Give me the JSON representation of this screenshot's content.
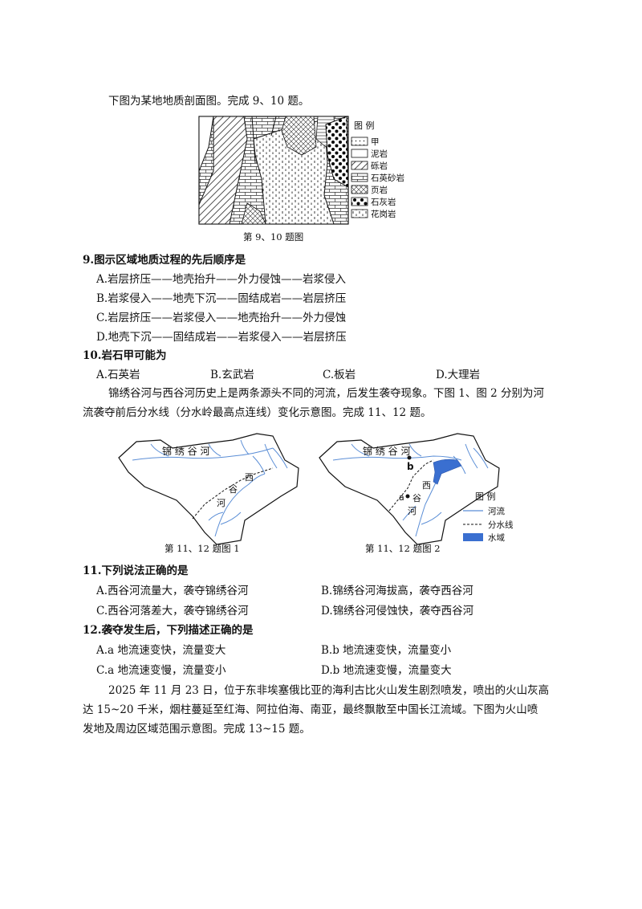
{
  "intro1": "下图为某地地质剖面图。完成 9、10 题。",
  "fig1": {
    "legend_title": "图 例",
    "legend": [
      "甲",
      "泥岩",
      "砾岩",
      "石英砂岩",
      "页岩",
      "石灰岩",
      "花岗岩"
    ],
    "caption": "第 9、10 题图"
  },
  "q9": {
    "stem": "9.图示区域地质过程的先后顺序是",
    "A": "A.岩层挤压——地壳抬升——外力侵蚀——岩浆侵入",
    "B": "B.岩浆侵入——地壳下沉——固结成岩——岩层挤压",
    "C": "C.岩层挤压——岩浆侵入——地壳抬升——外力侵蚀",
    "D": "D.地壳下沉——固结成岩——岩浆侵入——岩层挤压"
  },
  "q10": {
    "stem": "10.岩石甲可能为",
    "A": "A.石英岩",
    "B": "B.玄武岩",
    "C": "C.板岩",
    "D": "D.大理岩"
  },
  "intro2": {
    "line1": "锦绣谷河与西谷河历史上是两条源头不同的河流，后发生袭夺现象。下图 1、图 2 分别为河",
    "line2": "流袭夺前后分水线（分水岭最高点连线）变化示意图。完成 11、12 题。"
  },
  "fig2": {
    "river1": "锦  绣  谷  河",
    "river2_chars": [
      "西",
      "谷",
      "河"
    ],
    "point_a": "a",
    "point_b": "b",
    "legend_title": "图  例",
    "legend": [
      "河流",
      "分水线",
      "水域"
    ],
    "caption1": "第 11、12 题图 1",
    "caption2": "第 11、12 题图 2",
    "colors": {
      "river": "#5b8ed6",
      "water": "#3a6fd0"
    }
  },
  "q11": {
    "stem": "11.下列说法正确的是",
    "A": "A.西谷河流量大，袭夺锦绣谷河",
    "B": "B.锦绣谷河海拔高，袭夺西谷河",
    "C": "C.西谷河落差大，袭夺锦绣谷河",
    "D": "D.锦绣谷河侵蚀快，袭夺西谷河"
  },
  "q12": {
    "stem": "12.袭夺发生后，下列描述正确的是",
    "A": "A.a 地流速变快，流量变大",
    "B": "B.b 地流速变快，流量变小",
    "C": "C.a 地流速变慢，流量变小",
    "D": "D.b 地流速变慢，流量变大"
  },
  "intro3": {
    "line1": "2025 年 11 月 23 日，位于东非埃塞俄比亚的海利古比火山发生剧烈喷发，喷出的火山灰高",
    "line2": "达 15~20 千米，烟柱蔓延至红海、阿拉伯海、南亚，最终飘散至中国长江流域。下图为火山喷",
    "line3": "发地及周边区域范围示意图。完成 13~15 题。"
  }
}
